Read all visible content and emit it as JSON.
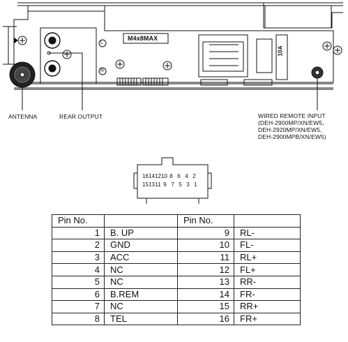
{
  "unit_labels": {
    "antenna": "ANTENNA",
    "rear_output": "REAR OUTPUT",
    "wired_remote": [
      "WIRED REMOTE INPUT",
      "(DEH-2900MP/XN/EW5,",
      "DEH-2920MP/XN/EW5,",
      "DEH-2900MPB/XN/EW5)"
    ],
    "amp_label": "M4x8MAX",
    "fuse_label": "10A",
    "channel_left": "L",
    "channel_right": "R"
  },
  "connector": {
    "top_row": [
      "16",
      "14",
      "12",
      "10",
      "8",
      "6",
      "4",
      "2"
    ],
    "bottom_row": [
      "15",
      "13",
      "11",
      "9",
      "7",
      "5",
      "3",
      "1"
    ]
  },
  "pin_table": {
    "headers": [
      "Pin No.",
      "",
      "Pin No.",
      ""
    ],
    "rows": [
      [
        "1",
        "B. UP",
        "9",
        "RL-"
      ],
      [
        "2",
        "GND",
        "10",
        "FL-"
      ],
      [
        "3",
        "ACC",
        "11",
        "RL+"
      ],
      [
        "4",
        "NC",
        "12",
        "FL+"
      ],
      [
        "5",
        "NC",
        "13",
        "RR-"
      ],
      [
        "6",
        "B.REM",
        "14",
        "FR-"
      ],
      [
        "7",
        "NC",
        "15",
        "RR+"
      ],
      [
        "8",
        "TEL",
        "16",
        "FR+"
      ]
    ]
  }
}
